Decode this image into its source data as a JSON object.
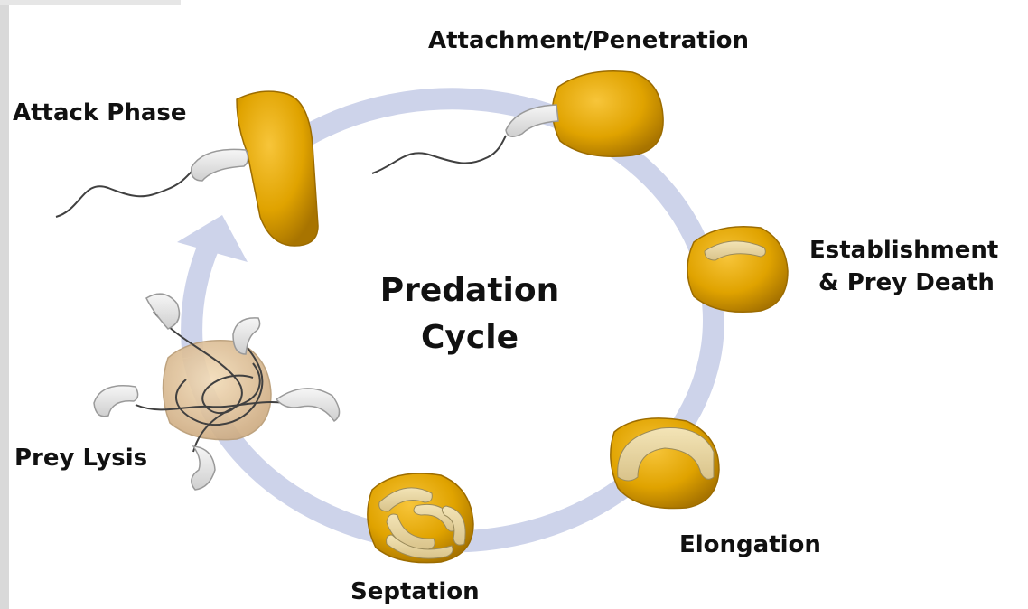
{
  "title": {
    "line1": "Predation",
    "line2": "Cycle"
  },
  "stages": {
    "attack": "Attack Phase",
    "attachment": "Attachment/Penetration",
    "establishment_line1": "Establishment",
    "establishment_line2": "& Prey Death",
    "elongation": "Elongation",
    "septation": "Septation",
    "lysis": "Prey Lysis"
  },
  "colors": {
    "cycle_ring": "#cdd3ea",
    "prey_cell": "#e0a300",
    "prey_cell_dark": "#b87f00",
    "predator": "#e4e4e4",
    "predator_outline": "#9a9a9a",
    "lysed_prey": "#dcbf97",
    "flagellum": "#404040"
  },
  "icons": [
    "prey-cell",
    "predator-bacterium",
    "flagellum",
    "cycle-arrow"
  ]
}
